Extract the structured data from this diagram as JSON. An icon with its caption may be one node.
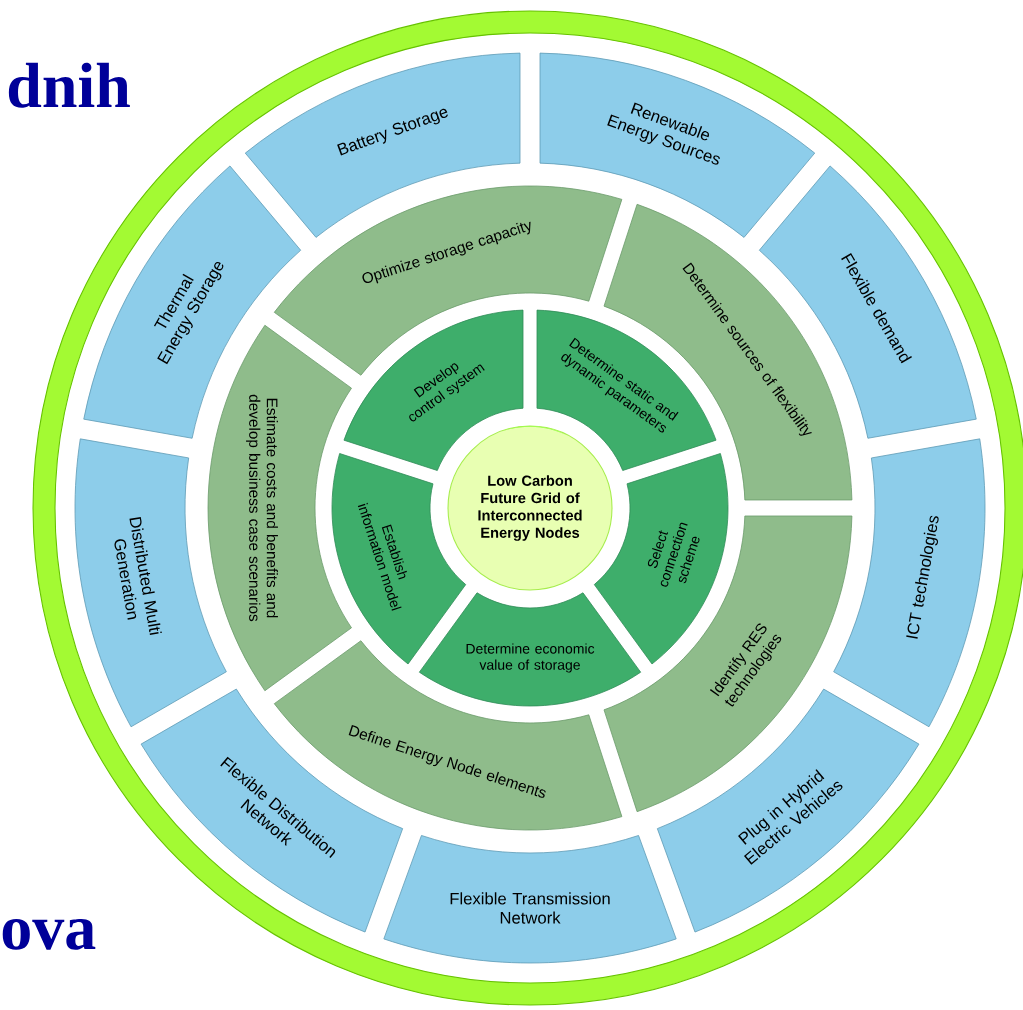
{
  "diagram": {
    "nodes": [
      {
        "text": [
          "Low Carbon Future Grid of Interconnected Energy Nodes"
        ]
      },
      {
        "text": [
          "Develop control system"
        ]
      },
      {
        "text": [
          "Determine static and dynamic parameters"
        ]
      },
      {
        "text": [
          "Select connection scheme"
        ]
      },
      {
        "text": [
          "Determine economic value of storage"
        ]
      },
      {
        "text": [
          "Establish information model"
        ]
      },
      {
        "text": [
          "Optimize storage capacity"
        ]
      },
      {
        "text": [
          "Determine sources of flexibility"
        ]
      },
      {
        "text": [
          "Identify RES technologies"
        ]
      },
      {
        "text": [
          "Define Energy Node elements"
        ]
      },
      {
        "text": [
          "Estimate costs and benefits and develop business case scenarios"
        ]
      },
      {
        "text": [
          "Battery Storage"
        ]
      },
      {
        "text": [
          "Renewable Energy Sources"
        ]
      },
      {
        "text": [
          "Flexible demand"
        ]
      },
      {
        "text": [
          "ICT technologies"
        ]
      },
      {
        "text": [
          "Plug in Hybrid Electric Vehicles"
        ]
      },
      {
        "text": [
          "Flexible Transmission Network"
        ]
      },
      {
        "text": [
          "Flexible Distribution Network"
        ]
      },
      {
        "text": [
          "Distributed Multi Generation"
        ]
      },
      {
        "text": [
          "Thermal Energy Storage"
        ]
      }
    ],
    "labels": [
      "dnih",
      "ova"
    ]
  }
}
